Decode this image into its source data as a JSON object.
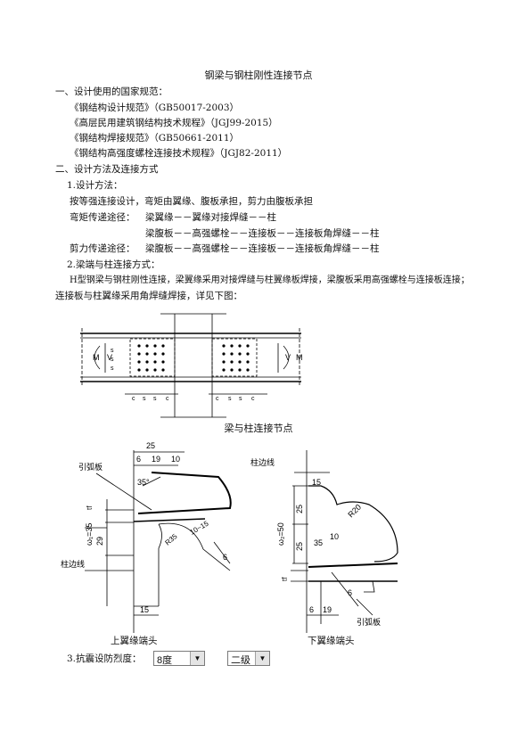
{
  "title": "钢梁与钢柱刚性连接节点",
  "sections": {
    "s1": "一、设计使用的国家规范：",
    "codes": [
      "《钢结构设计规范》（GB50017-2003）",
      "《高层民用建筑钢结构技术规程》（JGJ99-2015）",
      "《钢结构焊接规范》（GB50661-2011）",
      "《钢结构高强度螺栓连接技术规程》（JGJ82-2011）"
    ],
    "s2": "二、设计方法及连接方式",
    "m1": "1.设计方法：",
    "m1_text": "按等强连接设计，弯矩由翼缘、腹板承担，剪力由腹板承担",
    "moment_label": "弯矩传递途径：",
    "moment_path1": "梁翼缘－－翼缘对接焊缝－－柱",
    "moment_path2": "梁腹板－－高强螺栓－－连接板－－连接板角焊缝－－柱",
    "shear_label": "剪力传递途径：",
    "shear_path": "梁腹板－－高强螺栓－－连接板－－连接板角焊缝－－柱",
    "m2": "2.梁端与柱连接方式：",
    "m2_text1": "H型钢梁与钢柱刚性连接，梁翼缘采用对接焊缝与柱翼缘板焊接，梁腹板采用高强螺栓与连接板连接；",
    "m2_text2": "连接板与柱翼缘采用角焊缝焊接，详见下图："
  },
  "figure1": {
    "caption": "梁与柱连接节点",
    "labels": {
      "M": "M",
      "V": "V",
      "s": "s",
      "c": "c"
    }
  },
  "figure2": {
    "left_caption": "上翼缘端头",
    "right_caption": "下翼缘端头",
    "labels": {
      "d25": "25",
      "d6": "6",
      "d19": "19",
      "d10": "10",
      "d35deg": "35°",
      "arc_plate": "引弧板",
      "col_line": "柱边线",
      "omega_left": "ω₁=35",
      "tf": "tf",
      "d29": "29",
      "r35": "R35",
      "r10": "10~15",
      "weld6": "6",
      "d15": "15",
      "r20": "R20",
      "omega_right": "ω₂=50",
      "d25b": "25",
      "d35b": "35",
      "d10b": "10"
    }
  },
  "seismic": {
    "label": "3.抗震设防烈度：",
    "intensity": "8度",
    "grade": "二级"
  }
}
